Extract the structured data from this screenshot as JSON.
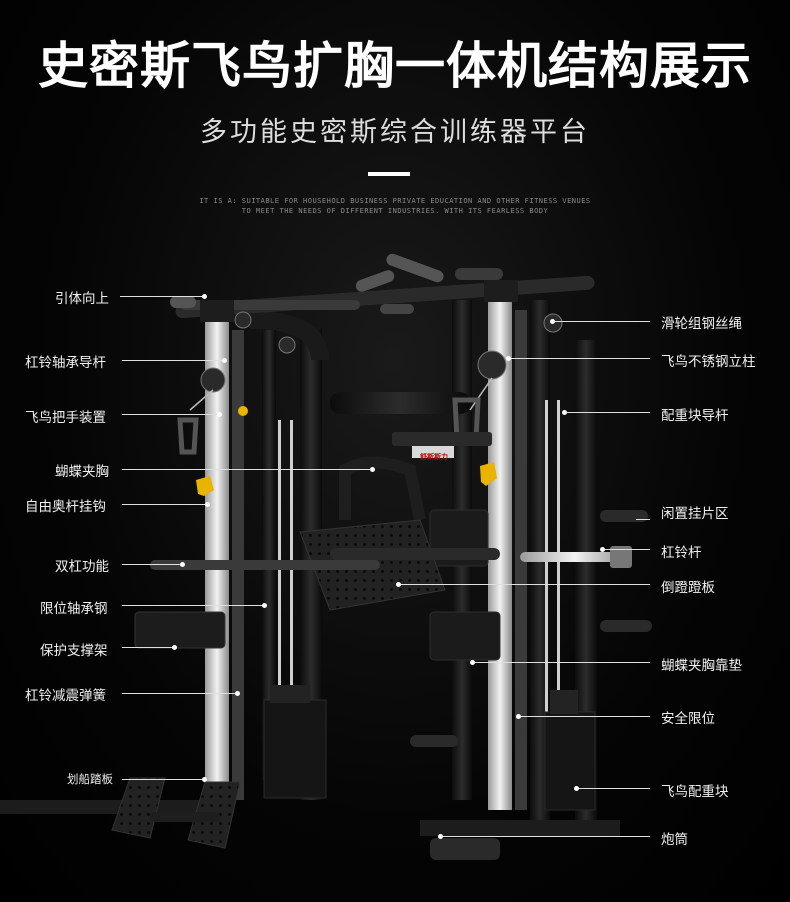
{
  "title": "史密斯飞鸟扩胸一体机结构展示",
  "subtitle": "多功能史密斯综合训练器平台",
  "tagline": [
    "IT IS A: SUITABLE FOR HOUSEHOLD BUSINESS PRIVATE EDUCATION AND OTHER FITNESS VENUES",
    "TO MEET THE NEEDS OF DIFFERENT INDUSTRIES. WITH ITS FEARLESS BODY"
  ],
  "brand_plate": "舒斯斯力",
  "labels_left": [
    {
      "text": "引体向上"
    },
    {
      "text": "杠铃轴承导杆"
    },
    {
      "text": "飞鸟把手装置"
    },
    {
      "text": "蝴蝶夹胸"
    },
    {
      "text": "自由奥杆挂钩"
    },
    {
      "text": "双杠功能"
    },
    {
      "text": "限位轴承钢"
    },
    {
      "text": "保护支撑架"
    },
    {
      "text": "杠铃减震弹簧"
    },
    {
      "text": "划船踏板"
    }
  ],
  "labels_right": [
    {
      "text": "滑轮组钢丝绳"
    },
    {
      "text": "飞鸟不锈钢立柱"
    },
    {
      "text": "配重块导杆"
    },
    {
      "text": "闲置挂片区"
    },
    {
      "text": "杠铃杆"
    },
    {
      "text": "倒蹬蹬板"
    },
    {
      "text": "蝴蝶夹胸靠垫"
    },
    {
      "text": "安全限位"
    },
    {
      "text": "飞鸟配重块"
    },
    {
      "text": "炮筒"
    }
  ],
  "colors": {
    "background": "#000000",
    "text": "#ffffff",
    "accent": "#e8b400"
  }
}
